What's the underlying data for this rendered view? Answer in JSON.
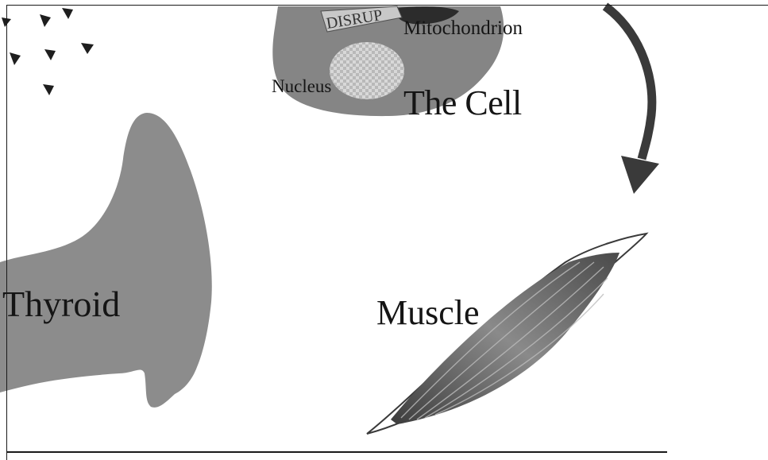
{
  "labels": {
    "cell": "The Cell",
    "mitochondrion": "Mitochondrion",
    "nucleus": "Nucleus",
    "thyroid": "Thyroid",
    "muscle": "Muscle",
    "cell_banner": "DISRUP"
  },
  "colors": {
    "background": "#ffffff",
    "organ_gray": "#8c8c8c",
    "cell_gray": "#858585",
    "arrow": "#3a3a3a",
    "muscle_dark": "#505050",
    "muscle_light": "#a8a8a8",
    "particles": "#1e1e1e",
    "frame": "#1a1a1a"
  },
  "icons": [
    "curved-arrow-icon",
    "hormone-particle-icon"
  ]
}
